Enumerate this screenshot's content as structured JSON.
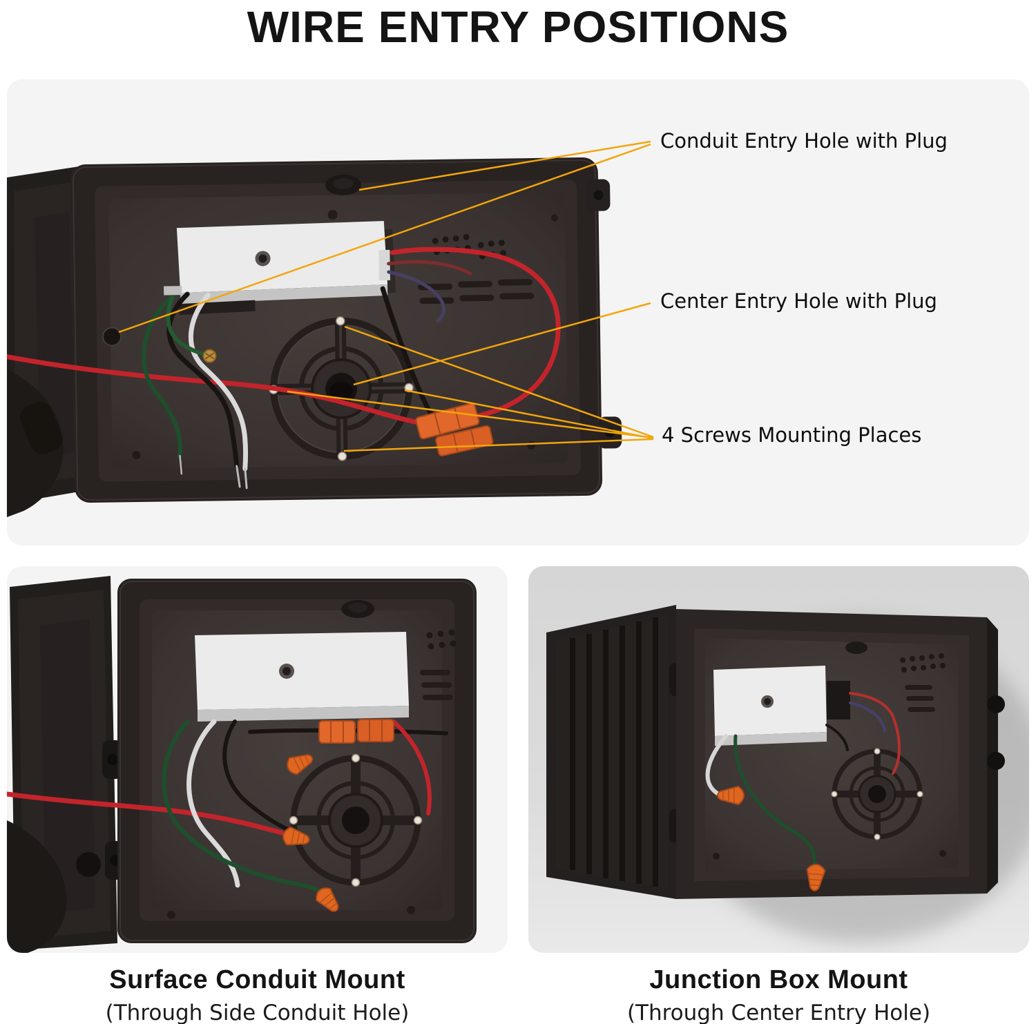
{
  "page": {
    "title": "WIRE ENTRY POSITIONS"
  },
  "main_diagram": {
    "annotations": [
      {
        "id": "conduit-entry",
        "label": "Conduit Entry Hole with Plug"
      },
      {
        "id": "center-entry",
        "label": "Center Entry Hole with Plug"
      },
      {
        "id": "mounting-screws",
        "label": "4 Screws Mounting Places"
      }
    ]
  },
  "bottom_panels": [
    {
      "id": "surface-conduit-mount",
      "title": "Surface Conduit Mount",
      "subtitle": "(Through Side Conduit Hole)"
    },
    {
      "id": "junction-box-mount",
      "title": "Junction Box Mount",
      "subtitle": "(Through Center Entry Hole)"
    }
  ],
  "colors": {
    "annotation_line": "#F2A50C",
    "panel_background": "#f4f4f4",
    "box_dark": "#282220",
    "box_floor": "#3a3230",
    "driver_white": "#ebebeb",
    "wire_red": "#c3242b",
    "wire_green": "#1e4f2c",
    "wire_white": "#dadada",
    "wire_black": "#181412",
    "connector_orange": "#e2672a",
    "wall_gray": "#dcdcdc"
  }
}
